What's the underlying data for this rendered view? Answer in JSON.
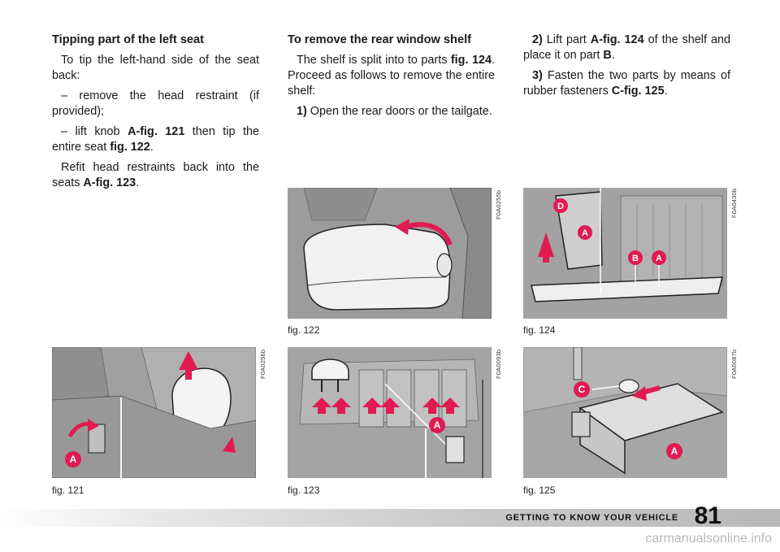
{
  "col1": {
    "heading": "Tipping part of the left seat",
    "p1": "To tip the left-hand side of the seat back:",
    "p2": "– remove the head restraint (if provided);",
    "p3_a": "– lift knob ",
    "p3_ref1": "A-fig. 121",
    "p3_b": " then tip the entire seat ",
    "p3_ref2": "fig. 122",
    "p3_c": ".",
    "p4_a": "Refit head restraints back into the seats ",
    "p4_ref": "A-fig. 123",
    "p4_b": "."
  },
  "col2": {
    "heading": "To remove the rear window shelf",
    "p1_a": "The shelf is split into to parts ",
    "p1_ref": "fig. 124",
    "p1_b": ". Proceed as follows to remove the entire shelf:",
    "p2_num": "1)",
    "p2_text": " Open the rear doors or the tailgate."
  },
  "col3": {
    "p1_num": "2)",
    "p1_a": " Lift part ",
    "p1_ref1": "A-fig. 124",
    "p1_b": " of the shelf and place it on part ",
    "p1_ref2": "B",
    "p1_c": ".",
    "p2_num": "3)",
    "p2_a": " Fasten the two parts by means of rubber fasteners ",
    "p2_ref": "C-fig. 125",
    "p2_b": "."
  },
  "figures": {
    "fig121": {
      "caption": "fig. 121",
      "code": "F0A0256b",
      "labels": [
        "A"
      ]
    },
    "fig122": {
      "caption": "fig. 122",
      "code": "F0A0255b"
    },
    "fig123": {
      "caption": "fig. 123",
      "code": "F0A0093b",
      "labels": [
        "A"
      ]
    },
    "fig124": {
      "caption": "fig. 124",
      "code": "F0A0430b",
      "labels": [
        "D",
        "A",
        "B",
        "A"
      ]
    },
    "fig125": {
      "caption": "fig. 125",
      "code": "F0A0087b",
      "labels": [
        "C",
        "A"
      ]
    }
  },
  "footer": {
    "section_title": "GETTING TO KNOW YOUR VEHICLE",
    "page_number": "81",
    "watermark": "carmanualsonline.info"
  },
  "colors": {
    "accent": "#e11b52",
    "figure_bg": "#9c9c9c"
  }
}
